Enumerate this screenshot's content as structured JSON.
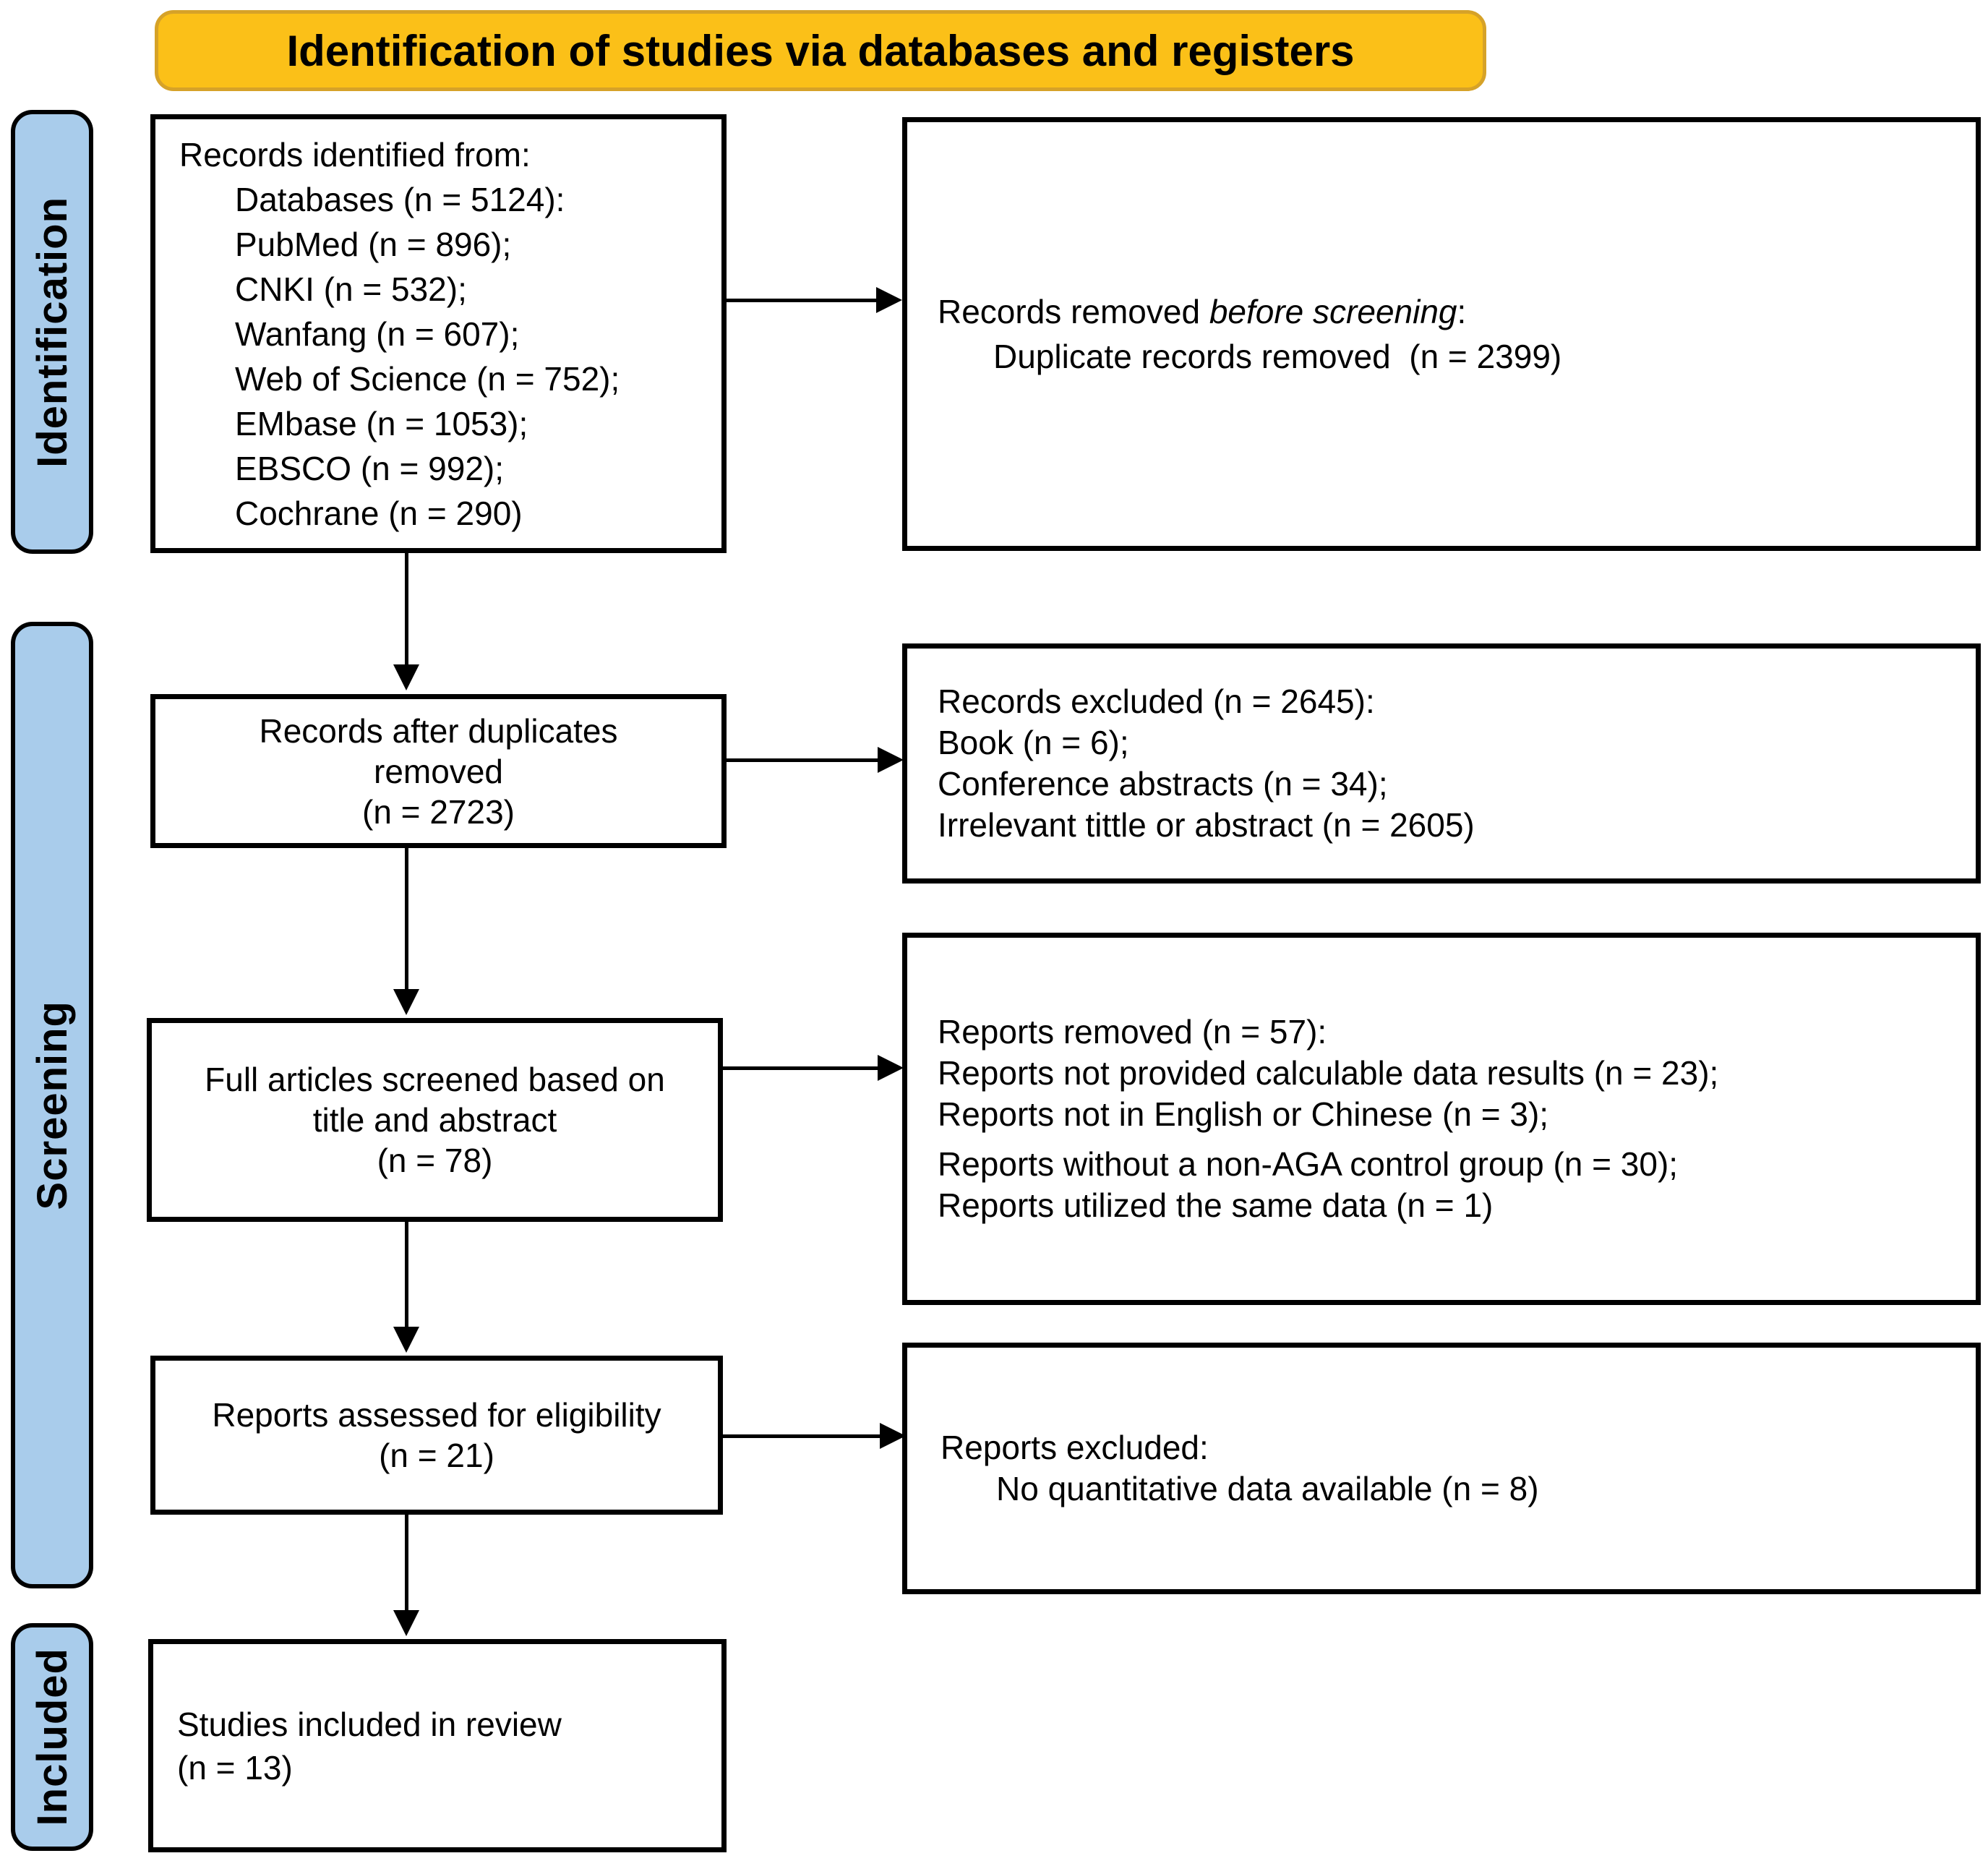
{
  "colors": {
    "banner_fill": "#FBC018",
    "banner_border": "#D6A228",
    "stage_fill": "#A9CCEB",
    "stage_border": "#000000",
    "box_border": "#000000",
    "arrow": "#000000"
  },
  "banner": {
    "title": "Identification of studies via databases and registers"
  },
  "stages": {
    "identification": "Identification",
    "screening": "Screening",
    "included": "Included"
  },
  "boxes": {
    "identified": {
      "title": "Records identified from:",
      "items": [
        "Databases (n = 5124):",
        "PubMed (n = 896);",
        "CNKI (n = 532);",
        "Wanfang (n = 607);",
        "Web of Science (n = 752);",
        "EMbase (n = 1053);",
        "EBSCO (n = 992);",
        "Cochrane (n = 290)"
      ]
    },
    "removed_before_screening": {
      "prefix": "Records removed ",
      "emphasis": "before screening",
      "suffix": ":",
      "detail": "Duplicate records removed  (n = 2399)"
    },
    "after_duplicates": {
      "lines": [
        "Records after duplicates",
        "removed",
        "(n = 2723)"
      ]
    },
    "records_excluded": {
      "lines": [
        "Records excluded (n = 2645):",
        "Book (n = 6);",
        "Conference abstracts (n = 34);",
        "Irrelevant tittle or abstract (n = 2605)"
      ]
    },
    "full_articles": {
      "lines": [
        "Full articles screened based on",
        "title and abstract",
        "(n = 78)"
      ]
    },
    "reports_removed": {
      "lines": [
        "Reports removed (n = 57):",
        "Reports not provided calculable data results (n = 23);",
        "Reports not in English or Chinese (n = 3);",
        "Reports without a non-AGA control group (n = 30);",
        "Reports utilized the same data (n = 1)"
      ]
    },
    "assessed": {
      "lines": [
        "Reports assessed for eligibility",
        "(n = 21)"
      ]
    },
    "reports_excluded": {
      "title": "Reports excluded:",
      "detail": "No quantitative data available (n = 8)"
    },
    "included": {
      "lines": [
        "Studies included in review",
        "(n = 13)"
      ]
    }
  }
}
